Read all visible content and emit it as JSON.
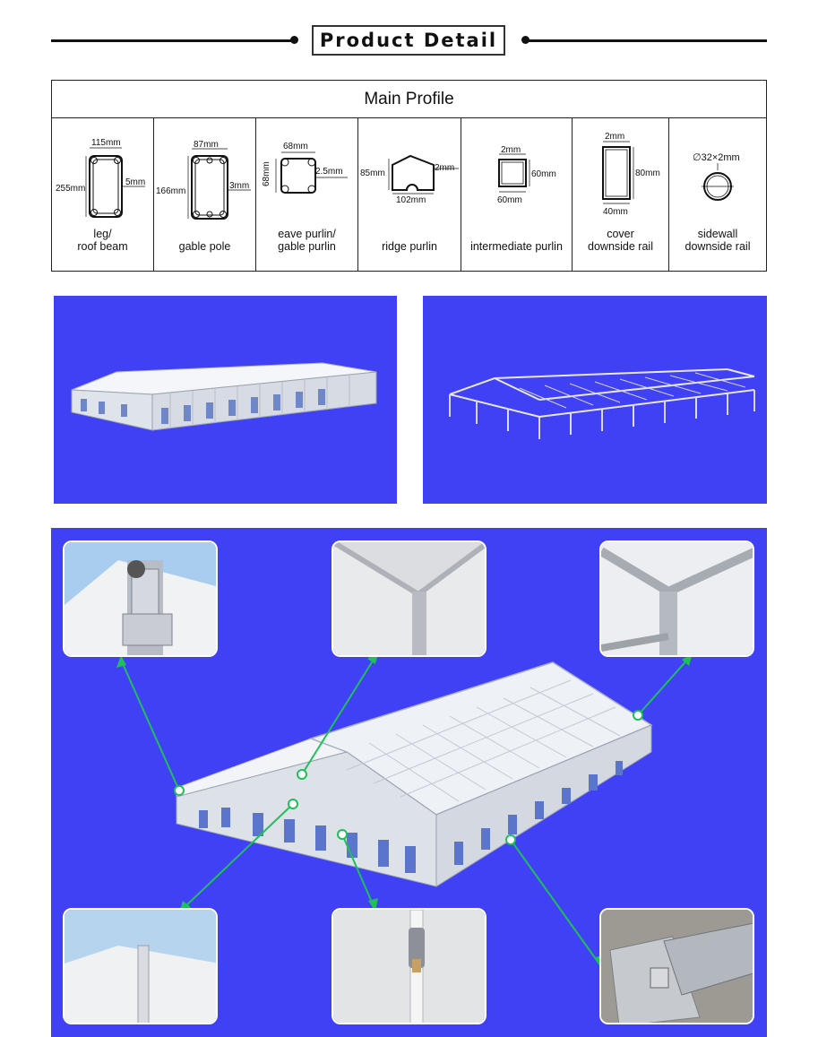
{
  "header": {
    "title": "Product Detail"
  },
  "profile_table": {
    "heading": "Main Profile",
    "columns": [
      {
        "label_line1": "leg/",
        "label_line2": "roof beam",
        "dims": [
          "115mm",
          "255mm",
          "5mm"
        ]
      },
      {
        "label_line1": "",
        "label_line2": "gable pole",
        "dims": [
          "87mm",
          "166mm",
          "3mm"
        ]
      },
      {
        "label_line1": "eave purlin/",
        "label_line2": "gable purlin",
        "dims": [
          "68mm",
          "68mm",
          "2.5mm"
        ]
      },
      {
        "label_line1": "",
        "label_line2": "ridge purlin",
        "dims": [
          "85mm",
          "2mm",
          "102mm"
        ]
      },
      {
        "label_line1": "",
        "label_line2": "intermediate purlin",
        "dims": [
          "2mm",
          "60mm",
          "60mm"
        ]
      },
      {
        "label_line1": "cover",
        "label_line2": "downside rail",
        "dims": [
          "2mm",
          "80mm",
          "40mm"
        ]
      },
      {
        "label_line1": "sidewall",
        "label_line2": "downside rail",
        "dims": [
          "∅32×2mm"
        ]
      }
    ]
  },
  "colors": {
    "panel_blue": "#4040f5",
    "callout_green": "#1fbf5a"
  }
}
